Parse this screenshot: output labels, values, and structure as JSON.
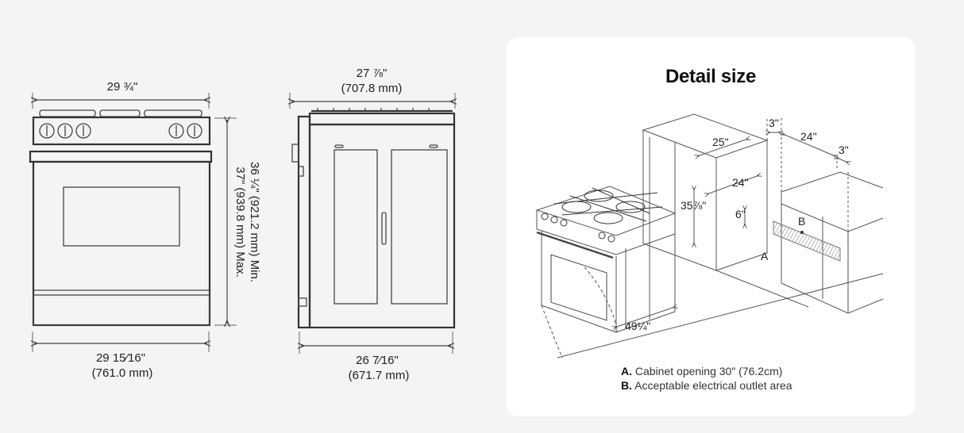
{
  "front_view": {
    "width_top": "29 ¾\"",
    "width_bottom": "29 15⁄16\"",
    "width_bottom_mm": "(761.0 mm)",
    "height_label": "36 ¼\" (921.2 mm) Min.",
    "height_label_2": "37\" (939.8 mm) Max."
  },
  "side_view": {
    "depth_top": "27 ⅞\"",
    "depth_top_mm": "(707.8 mm)",
    "depth_bottom": "26 7⁄16\"",
    "depth_bottom_mm": "(671.7 mm)"
  },
  "detail": {
    "title": "Detail size",
    "dims": {
      "top_gap": "3\"",
      "side_gap": "3\"",
      "depth_24_top": "24\"",
      "cabinet_width": "25\"",
      "cabinet_depth": "24\"",
      "cabinet_height": "35⅞\"",
      "six": "6\"",
      "door_open": "49¼\"",
      "point_a": "A",
      "point_b": "B"
    },
    "legend": [
      {
        "key": "A.",
        "text": "Cabinet opening 30\" (76.2cm)"
      },
      {
        "key": "B.",
        "text": "Acceptable electrical outlet area"
      }
    ]
  }
}
